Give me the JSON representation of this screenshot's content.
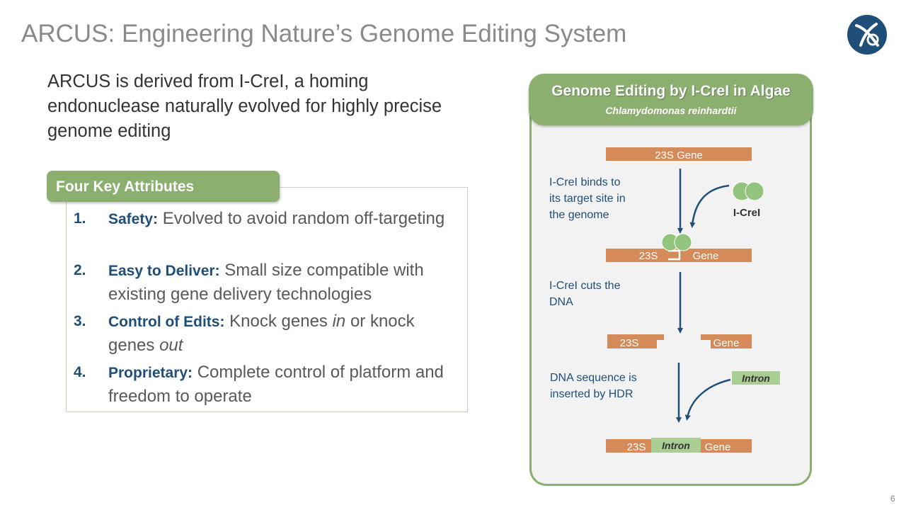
{
  "header": {
    "title": "ARCUS: Engineering Nature’s Genome Editing System",
    "logo_icon": "company-logo-icon"
  },
  "intro": {
    "text": "ARCUS is derived from I-CreI, a homing endonuclease naturally evolved for highly precise genome editing"
  },
  "attributes": {
    "tab_label": "Four Key Attributes",
    "items": [
      {
        "number": "1.",
        "label": "Safety:",
        "parts": [
          {
            "text": " Evolved to avoid random off-targeting",
            "italic": false
          }
        ]
      },
      {
        "number": "2.",
        "label": "Easy to Deliver:",
        "parts": [
          {
            "text": " Small size compatible with existing gene delivery technologies",
            "italic": false
          }
        ]
      },
      {
        "number": "3.",
        "label": "Control of Edits:",
        "parts": [
          {
            "text": " Knock genes ",
            "italic": false
          },
          {
            "text": "in",
            "italic": true
          },
          {
            "text": " or knock genes ",
            "italic": false
          },
          {
            "text": "out",
            "italic": true
          }
        ]
      },
      {
        "number": "4.",
        "label": "Proprietary:",
        "parts": [
          {
            "text": " Complete control of platform and freedom to operate",
            "italic": false
          }
        ]
      }
    ]
  },
  "panel": {
    "title": "Genome Editing by I-CreI in Algae",
    "subtitle": "Chlamydomonas reinhardtii",
    "step1_gene": "23S Gene",
    "step1_text": [
      "I-CreI binds to",
      "its target site in",
      "the genome"
    ],
    "enzyme_label": "I-CreI",
    "step2_left": "23S",
    "step2_right": "Gene",
    "step2_text": [
      "I-CreI cuts the",
      "DNA"
    ],
    "step3_left": "23S",
    "step3_right": "Gene",
    "step3_text": [
      "DNA sequence is",
      "inserted by HDR"
    ],
    "intron_label": "Intron",
    "step4_left": "23S",
    "step4_intron": "Intron",
    "step4_right": "Gene"
  },
  "colors": {
    "accent_green": "#8aaf6f",
    "gene_orange": "#d58a5a",
    "intron_green": "#a9cd93",
    "navy": "#1f4e79",
    "enzyme_green": "#93c47d"
  },
  "footer": {
    "page_number": "6"
  }
}
